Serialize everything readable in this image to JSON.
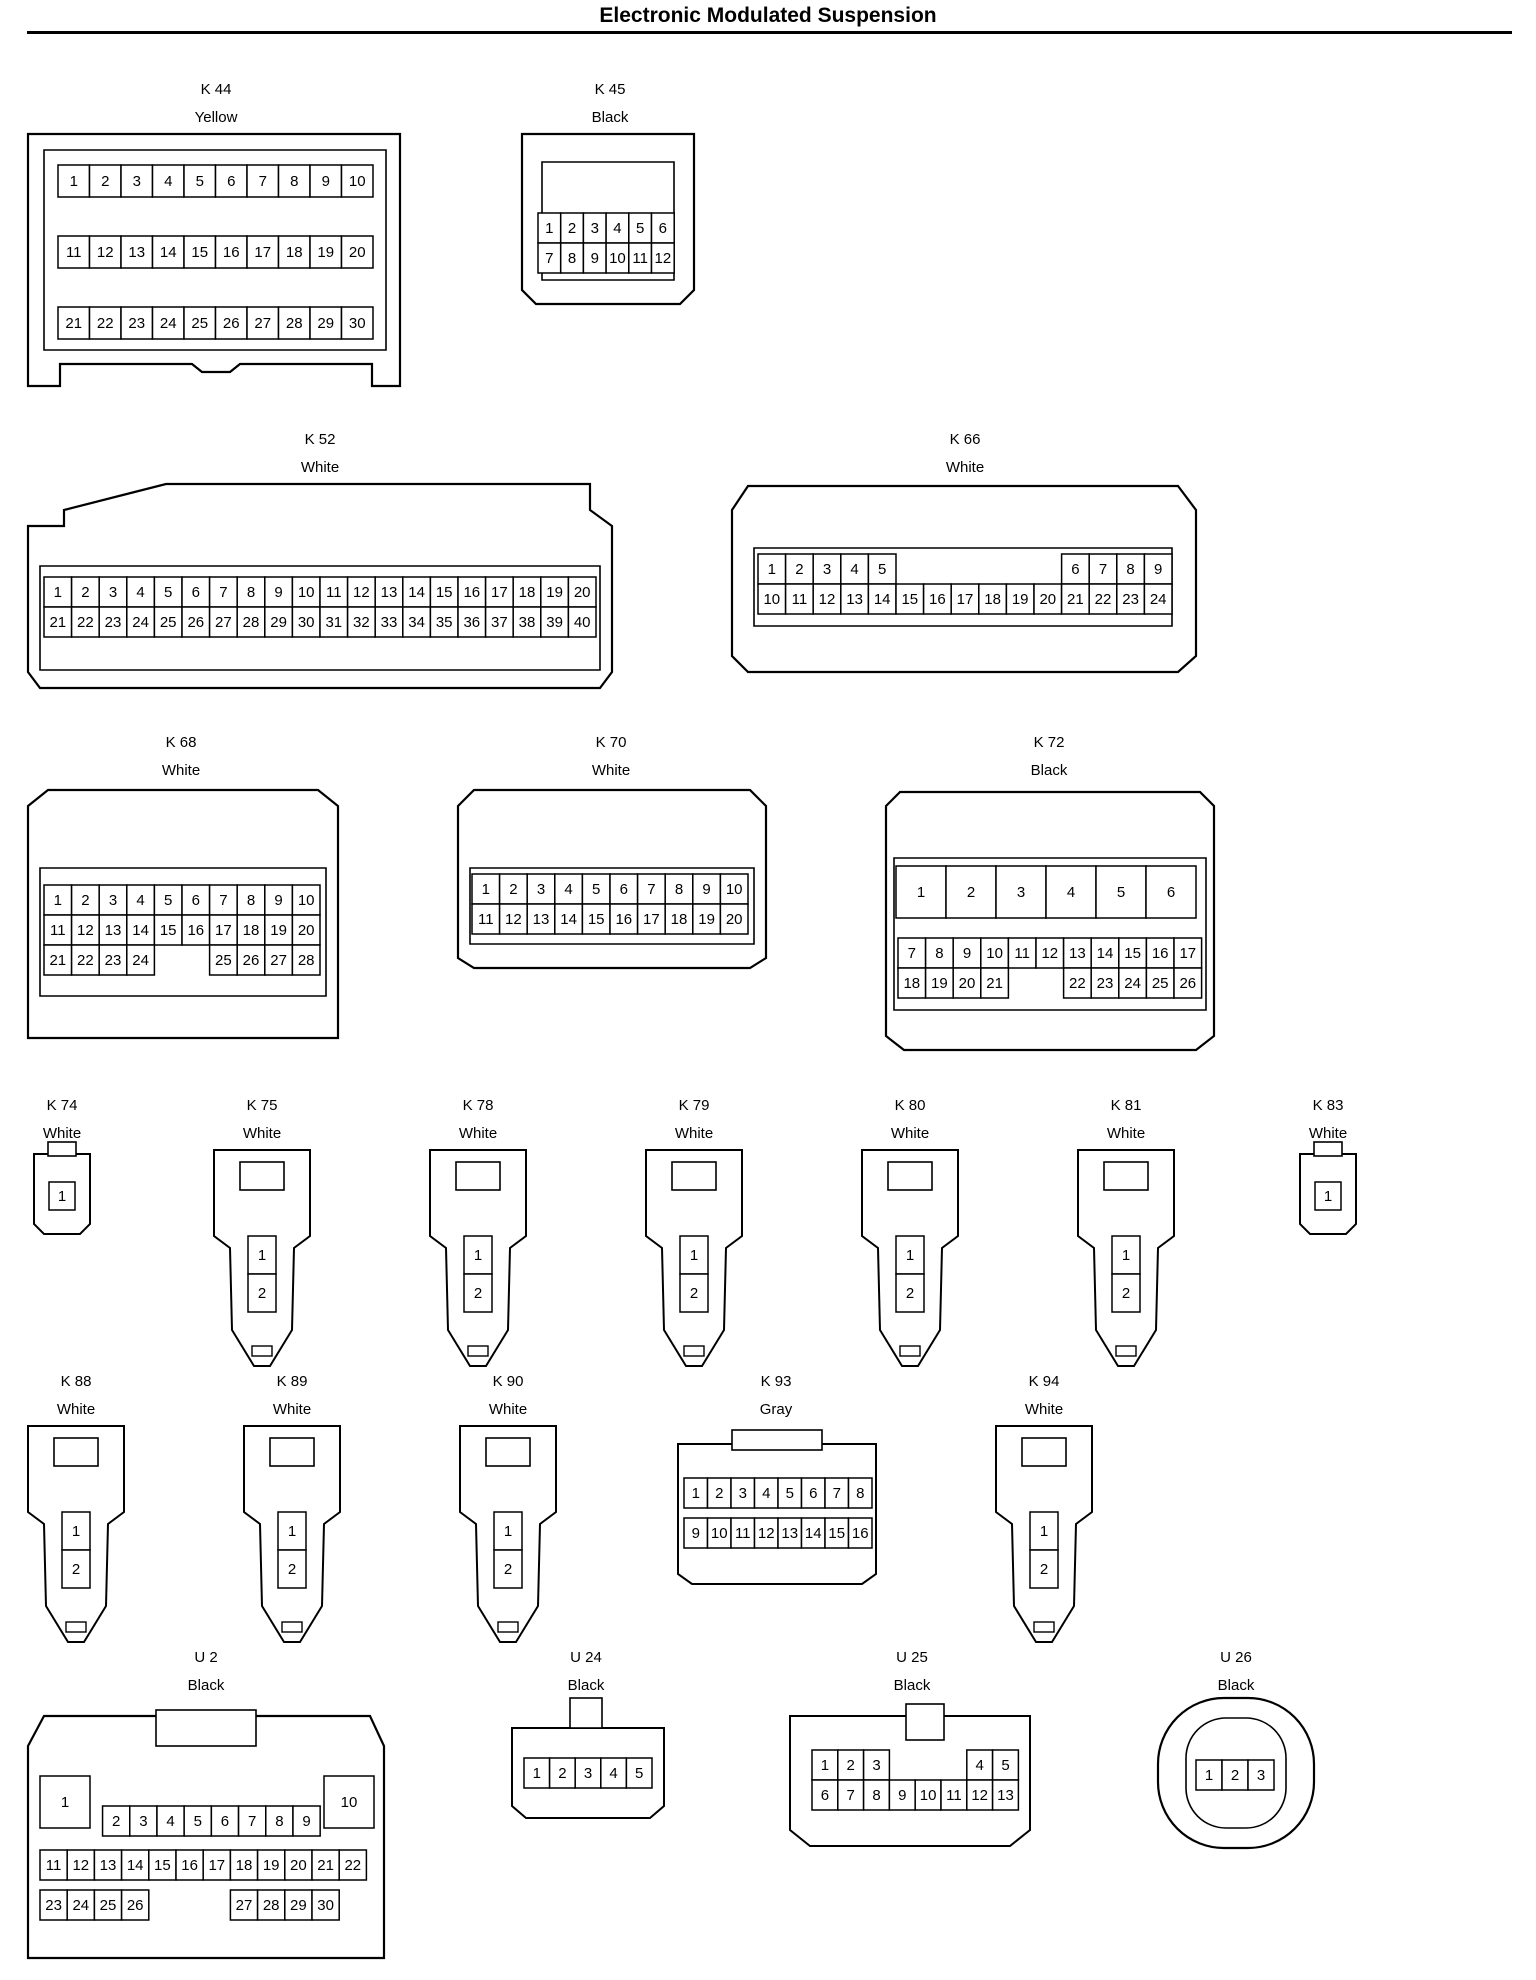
{
  "title": "Electronic Modulated Suspension",
  "connectors": [
    {
      "id": "K 44",
      "color": "Yellow",
      "rows": [
        [
          "1",
          "2",
          "3",
          "4",
          "5",
          "6",
          "7",
          "8",
          "9",
          "10"
        ],
        [
          "11",
          "12",
          "13",
          "14",
          "15",
          "16",
          "17",
          "18",
          "19",
          "20"
        ],
        [
          "21",
          "22",
          "23",
          "24",
          "25",
          "26",
          "27",
          "28",
          "29",
          "30"
        ]
      ]
    },
    {
      "id": "K 45",
      "color": "Black",
      "rows": [
        [
          "1",
          "2",
          "3",
          "4",
          "5",
          "6"
        ],
        [
          "7",
          "8",
          "9",
          "10",
          "11",
          "12"
        ]
      ]
    },
    {
      "id": "K 52",
      "color": "White",
      "rows": [
        [
          "1",
          "2",
          "3",
          "4",
          "5",
          "6",
          "7",
          "8",
          "9",
          "10",
          "11",
          "12",
          "13",
          "14",
          "15",
          "16",
          "17",
          "18",
          "19",
          "20"
        ],
        [
          "21",
          "22",
          "23",
          "24",
          "25",
          "26",
          "27",
          "28",
          "29",
          "30",
          "31",
          "32",
          "33",
          "34",
          "35",
          "36",
          "37",
          "38",
          "39",
          "40"
        ]
      ]
    },
    {
      "id": "K 66",
      "color": "White",
      "rows": [
        [
          "1",
          "2",
          "3",
          "4",
          "5",
          "",
          "",
          "",
          "",
          "",
          "",
          "6",
          "7",
          "8",
          "9"
        ],
        [
          "10",
          "11",
          "12",
          "13",
          "14",
          "15",
          "16",
          "17",
          "18",
          "19",
          "20",
          "21",
          "22",
          "23",
          "24"
        ]
      ]
    },
    {
      "id": "K 68",
      "color": "White",
      "rows": [
        [
          "1",
          "2",
          "3",
          "4",
          "5",
          "6",
          "7",
          "8",
          "9",
          "10"
        ],
        [
          "11",
          "12",
          "13",
          "14",
          "15",
          "16",
          "17",
          "18",
          "19",
          "20"
        ],
        [
          "21",
          "22",
          "23",
          "24",
          "",
          "",
          "25",
          "26",
          "27",
          "28"
        ]
      ]
    },
    {
      "id": "K 70",
      "color": "White",
      "rows": [
        [
          "1",
          "2",
          "3",
          "4",
          "5",
          "6",
          "7",
          "8",
          "9",
          "10"
        ],
        [
          "11",
          "12",
          "13",
          "14",
          "15",
          "16",
          "17",
          "18",
          "19",
          "20"
        ]
      ]
    },
    {
      "id": "K 72",
      "color": "Black",
      "rows": [
        [
          "1",
          "2",
          "3",
          "4",
          "5",
          "6"
        ],
        [
          "7",
          "8",
          "9",
          "10",
          "11",
          "12",
          "13",
          "14",
          "15",
          "16",
          "17"
        ],
        [
          "18",
          "19",
          "20",
          "21",
          "",
          "",
          "22",
          "23",
          "24",
          "25",
          "26"
        ]
      ]
    },
    {
      "id": "K 74",
      "color": "White",
      "rows": [
        [
          "1"
        ]
      ]
    },
    {
      "id": "K 75",
      "color": "White",
      "rows": [
        [
          "1"
        ],
        [
          "2"
        ]
      ]
    },
    {
      "id": "K 78",
      "color": "White",
      "rows": [
        [
          "1"
        ],
        [
          "2"
        ]
      ]
    },
    {
      "id": "K 79",
      "color": "White",
      "rows": [
        [
          "1"
        ],
        [
          "2"
        ]
      ]
    },
    {
      "id": "K 80",
      "color": "White",
      "rows": [
        [
          "1"
        ],
        [
          "2"
        ]
      ]
    },
    {
      "id": "K 81",
      "color": "White",
      "rows": [
        [
          "1"
        ],
        [
          "2"
        ]
      ]
    },
    {
      "id": "K 83",
      "color": "White",
      "rows": [
        [
          "1"
        ]
      ]
    },
    {
      "id": "K 88",
      "color": "White",
      "rows": [
        [
          "1"
        ],
        [
          "2"
        ]
      ]
    },
    {
      "id": "K 89",
      "color": "White",
      "rows": [
        [
          "1"
        ],
        [
          "2"
        ]
      ]
    },
    {
      "id": "K 90",
      "color": "White",
      "rows": [
        [
          "1"
        ],
        [
          "2"
        ]
      ]
    },
    {
      "id": "K 93",
      "color": "Gray",
      "rows": [
        [
          "1",
          "2",
          "3",
          "4",
          "5",
          "6",
          "7",
          "8"
        ],
        [
          "9",
          "10",
          "11",
          "12",
          "13",
          "14",
          "15",
          "16"
        ]
      ]
    },
    {
      "id": "K 94",
      "color": "White",
      "rows": [
        [
          "1"
        ],
        [
          "2"
        ]
      ]
    },
    {
      "id": "U 2",
      "color": "Black",
      "rows": [
        [
          "1",
          "",
          "",
          "",
          "",
          "",
          "",
          "",
          "",
          "",
          "10"
        ],
        [
          "",
          "2",
          "3",
          "4",
          "5",
          "6",
          "7",
          "8",
          "9",
          "",
          ""
        ],
        [
          "11",
          "12",
          "13",
          "14",
          "15",
          "16",
          "17",
          "18",
          "19",
          "20",
          "21",
          "22"
        ],
        [
          "23",
          "24",
          "25",
          "26",
          "",
          "",
          "",
          "27",
          "28",
          "29",
          "30"
        ]
      ]
    },
    {
      "id": "U 24",
      "color": "Black",
      "rows": [
        [
          "1",
          "2",
          "3",
          "4",
          "5"
        ]
      ]
    },
    {
      "id": "U 25",
      "color": "Black",
      "rows": [
        [
          "1",
          "2",
          "3",
          "",
          "",
          "",
          "4",
          "5"
        ],
        [
          "6",
          "7",
          "8",
          "9",
          "10",
          "11",
          "12",
          "13"
        ]
      ]
    },
    {
      "id": "U 26",
      "color": "Black",
      "rows": [
        [
          "1",
          "2",
          "3"
        ]
      ]
    }
  ]
}
